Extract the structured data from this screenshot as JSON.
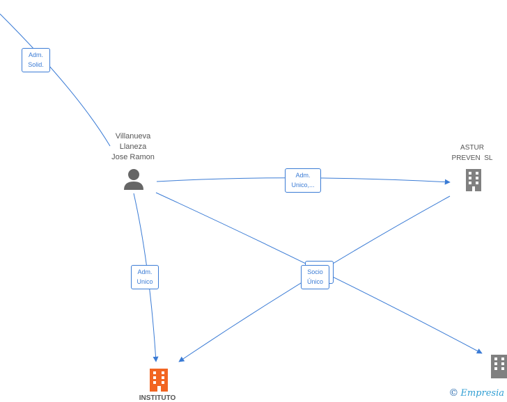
{
  "nodes": {
    "person": {
      "lines": [
        "Villanueva",
        "Llaneza",
        "Jose Ramon"
      ]
    },
    "astur": {
      "lines": [
        "ASTUR",
        "PREVEN  SL"
      ]
    },
    "instituto": {
      "label": "INSTITUTO"
    }
  },
  "edges": {
    "adm_solid": {
      "lines": [
        "Adm.",
        "Solid."
      ]
    },
    "adm_unico_trunc": {
      "lines": [
        "Adm.",
        "Unico,..."
      ]
    },
    "adm_unico": {
      "lines": [
        "Adm.",
        "Unico"
      ]
    },
    "socio_unico": {
      "lines": [
        "Socio",
        "Único"
      ]
    }
  },
  "watermark": {
    "symbol": "©",
    "brand": "Empresia"
  },
  "colors": {
    "edge": "#3a7bd5",
    "company": "#808080",
    "company_highlight": "#f26522",
    "person": "#666666"
  }
}
